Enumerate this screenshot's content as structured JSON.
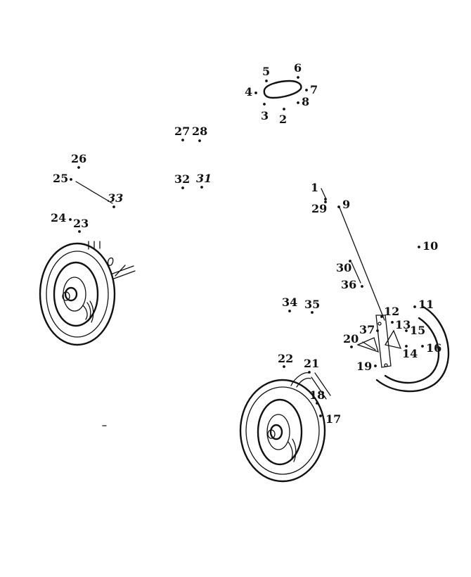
{
  "puzzle": {
    "ink_color": "#111111",
    "background_color": "#ffffff",
    "labels": {
      "d1": "1",
      "d2": "2",
      "d3": "3",
      "d4": "4",
      "d5": "5",
      "d6": "6",
      "d7": "7",
      "d8": "8",
      "d9": "9",
      "d10": "10",
      "d11": "11",
      "d12": "12",
      "d13": "13",
      "d14": "14",
      "d15": "15",
      "d16": "16",
      "d17": "17",
      "d18": "18",
      "d19": "19",
      "d20": "20",
      "d21": "21",
      "d22": "22",
      "d23": "23",
      "d24": "24",
      "d25": "25",
      "d26": "26",
      "d27": "27",
      "d28": "28",
      "d29": "29",
      "d30": "30",
      "d31": "31",
      "d32": "32",
      "d33": "33",
      "d34": "34",
      "d35": "35",
      "d36": "36",
      "d37": "37"
    }
  }
}
